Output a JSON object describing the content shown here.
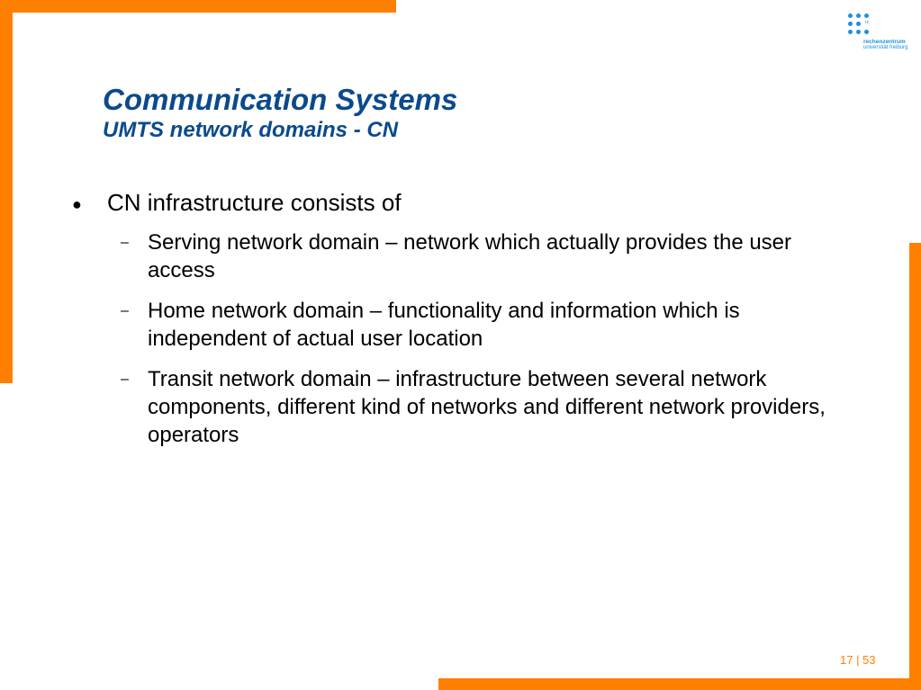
{
  "slide": {
    "title": "Communication Systems",
    "subtitle": "UMTS network domains - CN",
    "bullet": "CN infrastructure consists of",
    "subpoints": [
      "Serving network domain – network which actually provides the user access",
      "Home network domain – functionality and information which is independent of actual user location",
      "Transit network domain – infrastructure between several network components, different kind of networks and different network providers, operators"
    ],
    "page_number": "17 | 53"
  },
  "logo": {
    "initials": "rz",
    "line1": "rechenzentrum",
    "line2": "universität freiburg"
  },
  "colors": {
    "accent": "#ff8000",
    "title": "#0b4a8c",
    "logo": "#1e8fe0"
  }
}
